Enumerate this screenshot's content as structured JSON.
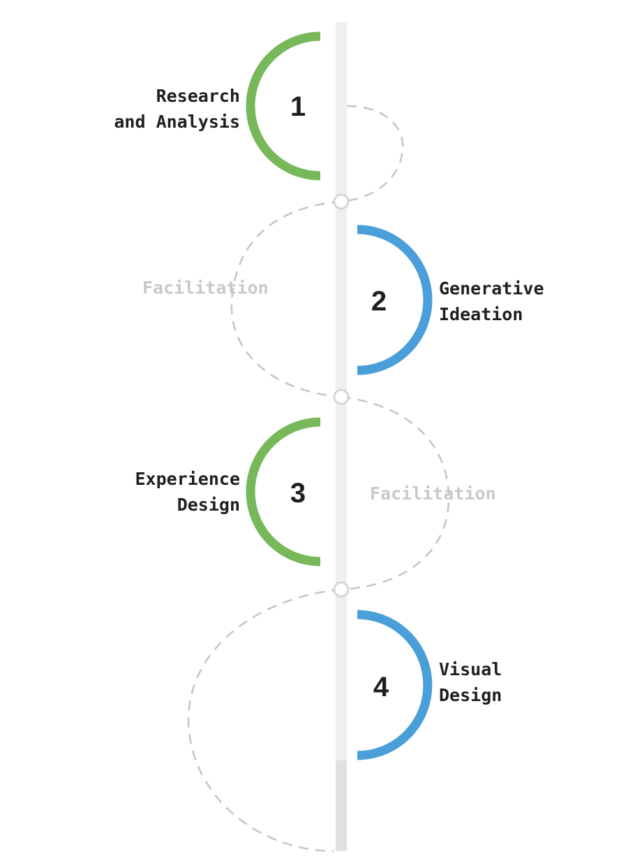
{
  "colors": {
    "green": "#77b85a",
    "blue": "#4a9fd8",
    "spine": "#efefef",
    "spine_end": "#e0e0e0",
    "dashed": "#c4c4c4"
  },
  "steps": [
    {
      "number": "1",
      "line1": "Research",
      "line2": "and Analysis"
    },
    {
      "number": "2",
      "line1": "Generative",
      "line2": "Ideation"
    },
    {
      "number": "3",
      "line1": "Experience",
      "line2": "Design"
    },
    {
      "number": "4",
      "line1": "Visual",
      "line2": "Design"
    }
  ],
  "loops": [
    {
      "label": "Facilitation"
    },
    {
      "label": "Facilitation"
    }
  ]
}
